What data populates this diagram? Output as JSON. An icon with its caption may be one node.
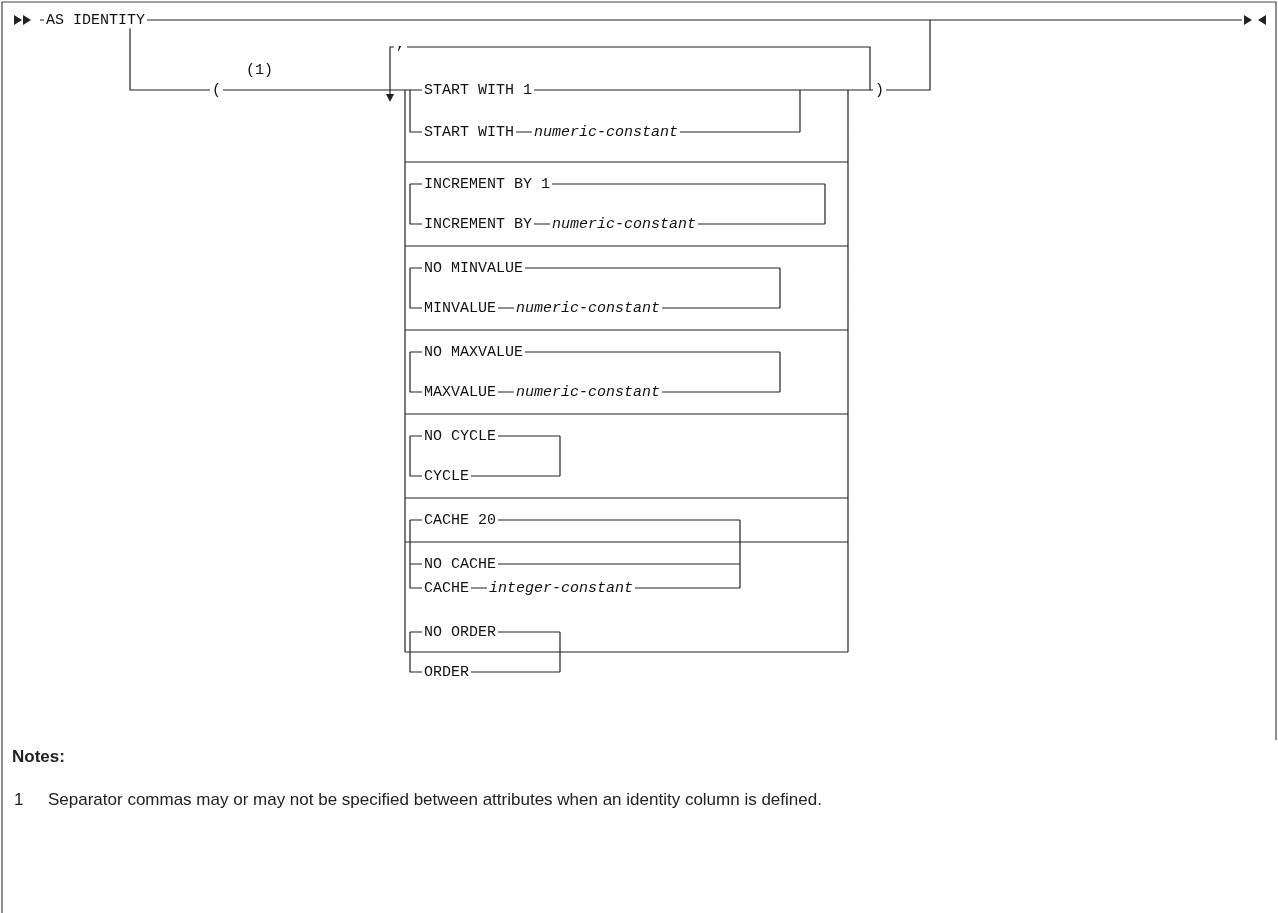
{
  "diagram": {
    "labels": [
      "AS IDENTITY",
      "(1)",
      ",",
      "(",
      "START WITH 1",
      ")",
      "START WITH",
      "numeric-constant",
      "INCREMENT BY 1",
      "INCREMENT BY",
      "numeric-constant",
      "NO MINVALUE",
      "MINVALUE",
      "numeric-constant",
      "NO MAXVALUE",
      "MAXVALUE",
      "numeric-constant",
      "NO CYCLE",
      "CYCLE",
      "CACHE 20",
      "NO CACHE",
      "CACHE",
      "integer-constant",
      "NO ORDER",
      "ORDER",
      "Notes:",
      "1",
      "Separator commas may or may not be specified between attributes when an identity column is defined."
    ]
  }
}
